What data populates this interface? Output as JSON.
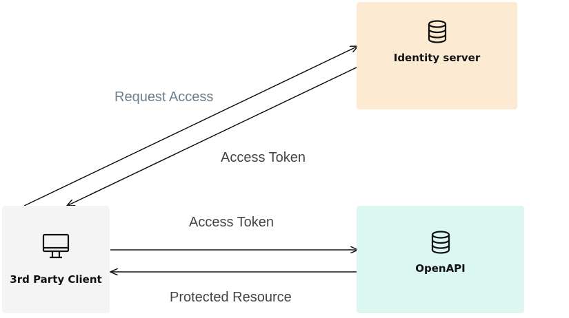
{
  "nodes": {
    "identity": {
      "label": "Identity server",
      "icon": "database-icon",
      "fill": "#fcebd2"
    },
    "openapi": {
      "label": "OpenAPI",
      "icon": "database-icon",
      "fill": "#dcf7f2"
    },
    "client": {
      "label": "3rd Party Client",
      "icon": "monitor-icon",
      "fill": "#f4f4f4"
    }
  },
  "edges": {
    "request_access": {
      "label": "Request Access",
      "color": "#6e7e8c"
    },
    "access_token_return": {
      "label": "Access Token",
      "color": "#444444"
    },
    "access_token_send": {
      "label": "Access Token",
      "color": "#444444"
    },
    "protected_resource": {
      "label": "Protected Resource",
      "color": "#444444"
    }
  }
}
